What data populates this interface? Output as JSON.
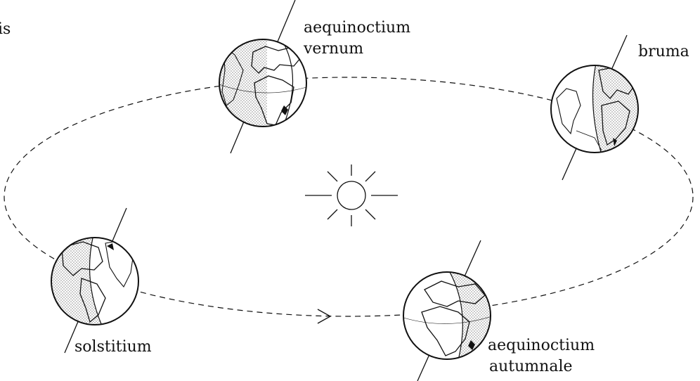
{
  "colors": {
    "ink": "#111111",
    "background": "#ffffff",
    "shading": "#888888"
  },
  "diagram": {
    "partial_left_label": "is",
    "sun_icon": "sun-icon",
    "direction_marker_icon": "arrow-right-icon",
    "globes": [
      {
        "id": "vernal",
        "lines": [
          "aequinoctium",
          "vernum"
        ]
      },
      {
        "id": "winter",
        "lines": [
          "bruma"
        ]
      },
      {
        "id": "summer",
        "lines": [
          "solstitium"
        ]
      },
      {
        "id": "autumnal",
        "lines": [
          "aequinoctium",
          "autumnale"
        ]
      }
    ]
  }
}
